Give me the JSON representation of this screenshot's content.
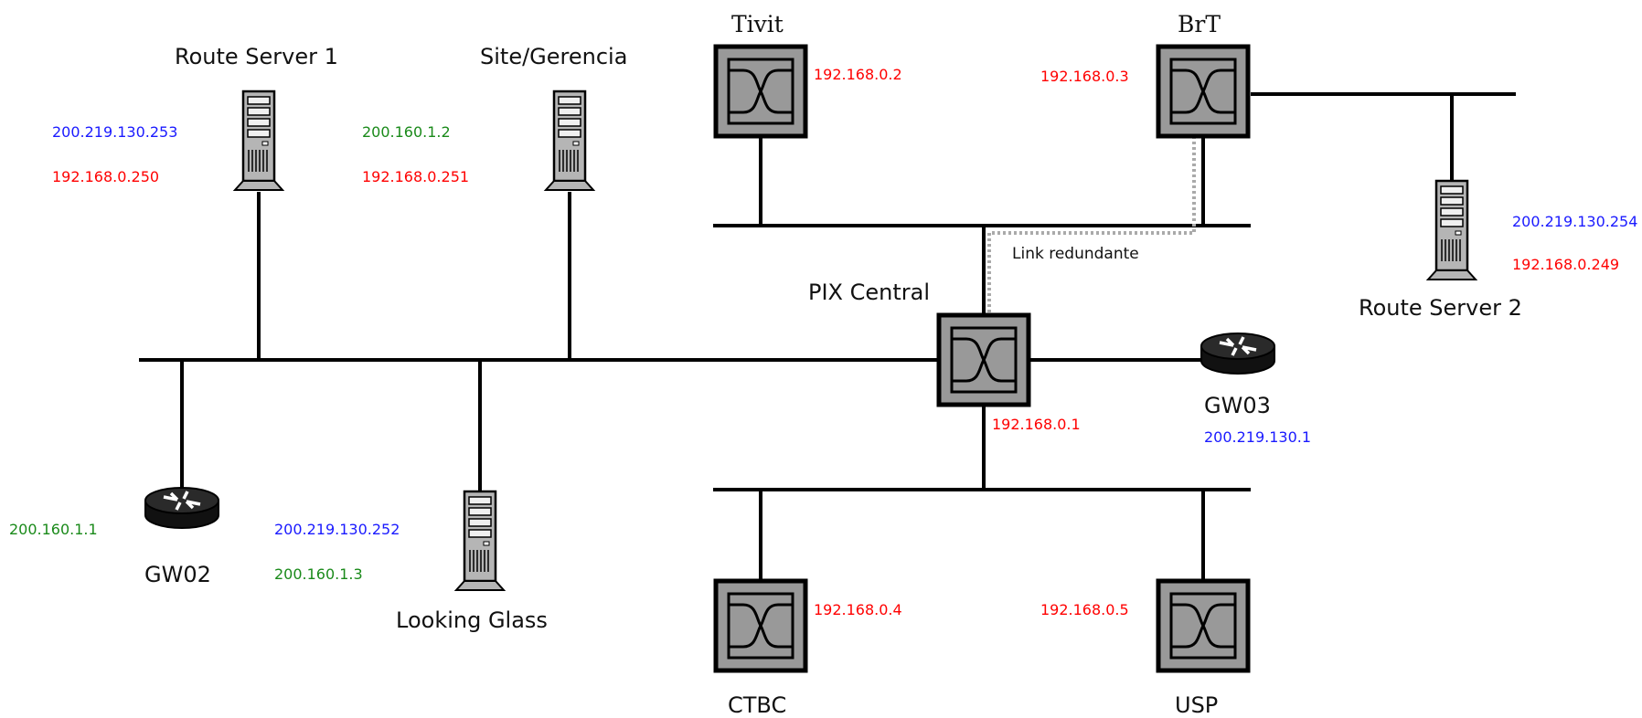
{
  "colors": {
    "line": "#000000",
    "device_fill": "#999999",
    "ip_private": "#ff0000",
    "ip_public": "#1a1aff",
    "ip_internal": "#1a8a1a",
    "redundant_link": "#aaaaaa"
  },
  "nodes": {
    "tivit": {
      "name": "Tivit",
      "ip": "192.168.0.2"
    },
    "brt": {
      "name": "BrT",
      "ip": "192.168.0.3"
    },
    "pix": {
      "name": "PIX Central",
      "ip": "192.168.0.1"
    },
    "ctbc": {
      "name": "CTBC",
      "ip": "192.168.0.4"
    },
    "usp": {
      "name": "USP",
      "ip": "192.168.0.5"
    },
    "route_server_1": {
      "name": "Route Server 1",
      "ip_public": "200.219.130.253",
      "ip_private": "192.168.0.250"
    },
    "site_gerencia": {
      "name": "Site/Gerencia",
      "ip_internal": "200.160.1.2",
      "ip_private": "192.168.0.251"
    },
    "route_server_2": {
      "name": "Route Server 2",
      "ip_public": "200.219.130.254",
      "ip_private": "192.168.0.249"
    },
    "gw02": {
      "name": "GW02",
      "ip_internal": "200.160.1.1"
    },
    "gw03": {
      "name": "GW03",
      "ip_public": "200.219.130.1"
    },
    "looking_glass": {
      "name": "Looking Glass",
      "ip_public": "200.219.130.252",
      "ip_internal": "200.160.1.3"
    }
  },
  "links": {
    "redundant_label": "Link redundante"
  }
}
